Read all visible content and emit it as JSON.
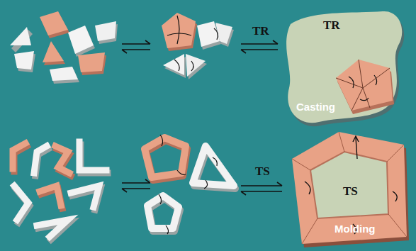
{
  "diagram": {
    "nodes": [
      {
        "text": [
          "TR",
          "Casting"
        ]
      },
      {
        "text": [
          "TS",
          "Molding"
        ]
      }
    ],
    "labels": [
      "TR",
      "TS"
    ]
  }
}
